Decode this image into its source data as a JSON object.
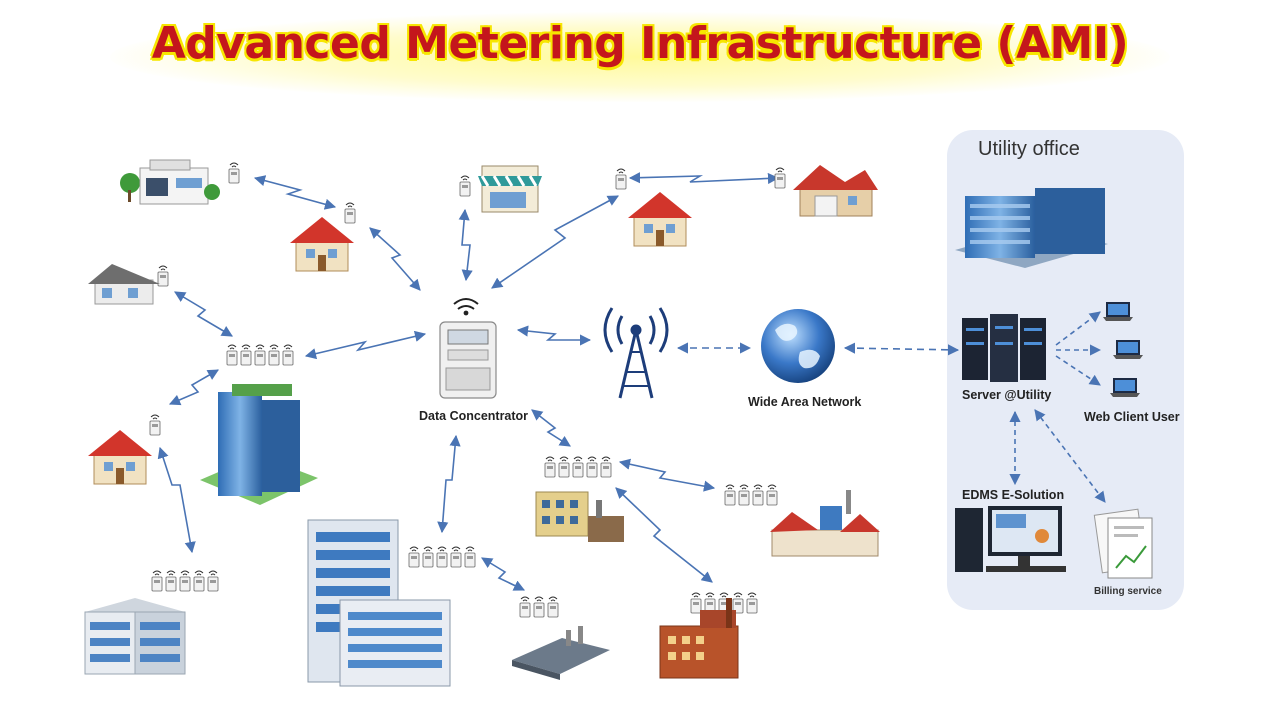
{
  "title": "Advanced Metering Infrastructure (AMI)",
  "panel": {
    "title": "Utility office"
  },
  "labels": {
    "data_concentrator": "Data Concentrator",
    "wide_area_network": "Wide Area Network",
    "server": "Server @Utility",
    "web_client": "Web Client User",
    "edms": "EDMS E-Solution",
    "billing": "Billing service"
  },
  "colors": {
    "title_text": "#c4161c",
    "title_outline": "#f7e600",
    "link": "#4a74b4",
    "panel_bg": "#e6ebf6",
    "roof_red": "#d2352b"
  }
}
